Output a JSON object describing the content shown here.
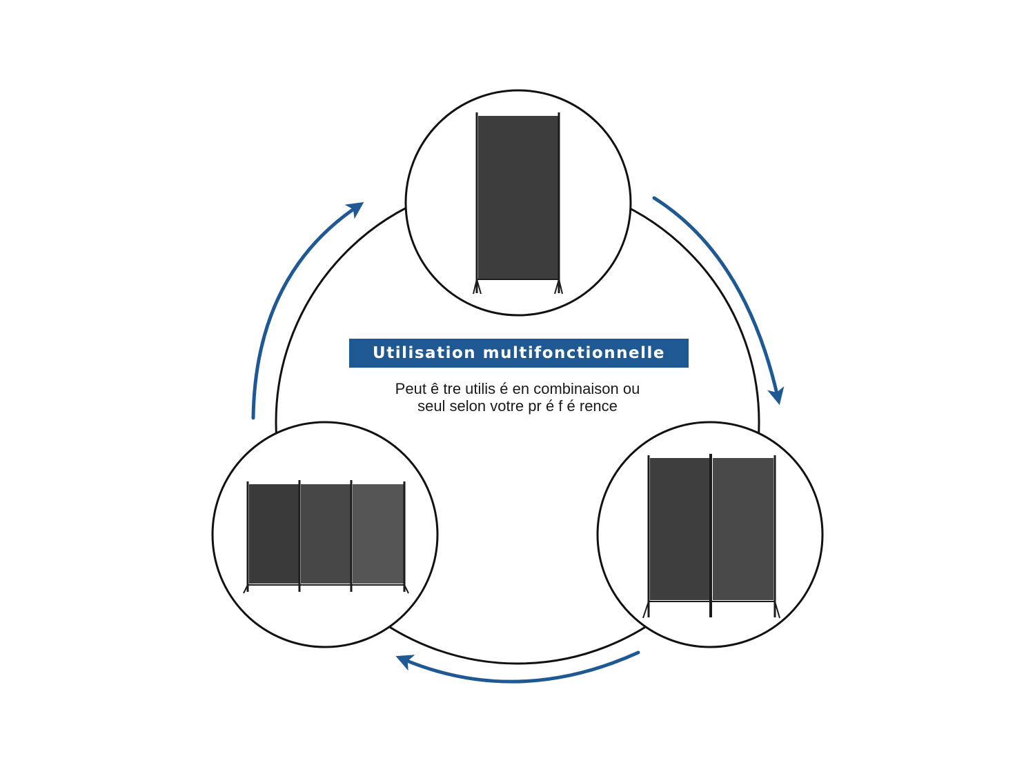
{
  "colors": {
    "accent": "#1f5994",
    "outline": "#111111",
    "panel_dark": "#3c3c3c",
    "panel_mid": "#4a4a4a",
    "panel_light": "#555555",
    "frame": "#1b1b1b"
  },
  "title": "Utilisation multifonctionnelle",
  "subtitle": {
    "line1": "Peut  ê tre utilis é  en combinaison ou",
    "line2": "seul selon votre pr é f é rence"
  },
  "configurations": [
    {
      "panels": 1
    },
    {
      "panels": 2
    },
    {
      "panels": 3
    }
  ],
  "arrows": [
    "clockwise-arrow-right",
    "clockwise-arrow-bottom",
    "clockwise-arrow-left"
  ]
}
